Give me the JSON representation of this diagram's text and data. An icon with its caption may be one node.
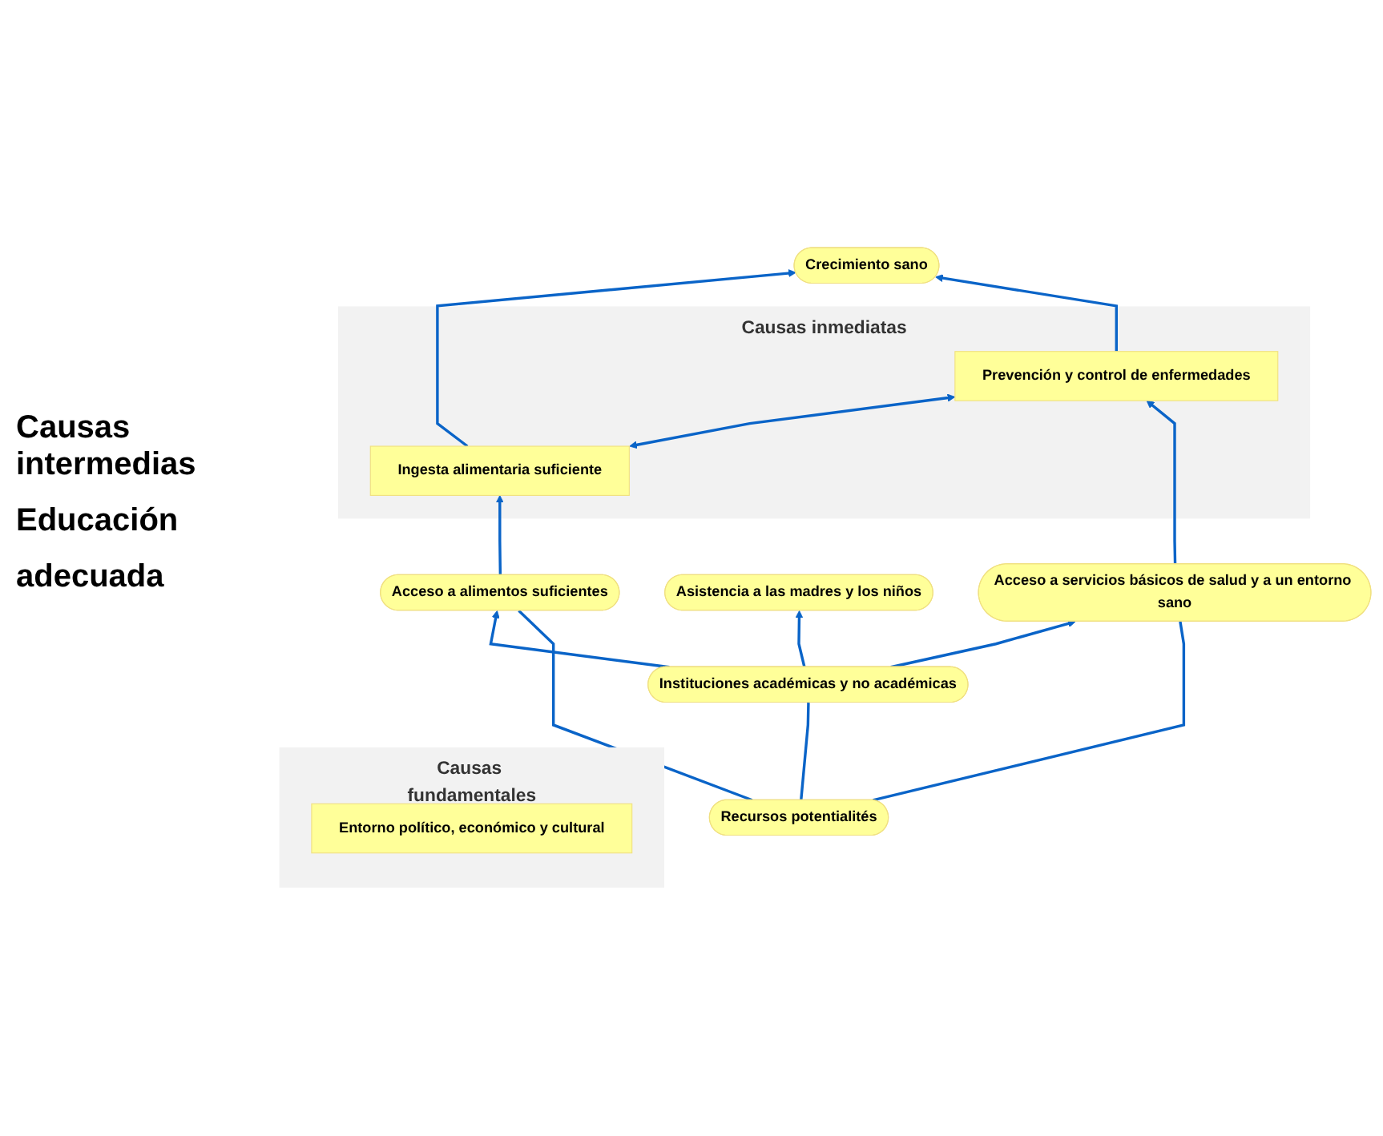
{
  "diagram": {
    "nodes": [
      {
        "text": [
          "Crecimiento sano"
        ]
      },
      {
        "text": [
          "Causas inmediatas"
        ]
      },
      {
        "text": [
          "Ingesta alimentaria suficiente"
        ],
        "in": 1
      },
      {
        "text": [
          "Prevención y control de enfermedades"
        ],
        "in": 1
      },
      {
        "text": [
          "Acceso a alimentos suficientes"
        ]
      },
      {
        "text": [
          "Asistencia a las madres y los niños"
        ]
      },
      {
        "text": [
          "Acceso a servicios básicos de salud y a un entorno sano"
        ]
      },
      {
        "text": [
          "Causas fundamentales"
        ]
      },
      {
        "text": [
          "Instituciones académicas y no académicas"
        ]
      },
      {
        "text": [
          "Entorno político, económico y cultural"
        ],
        "in": 7
      },
      {
        "text": [
          "Recursos potentialités"
        ]
      }
    ],
    "edges": [
      {
        "from": 2,
        "to": 0,
        "arrow": "to"
      },
      {
        "from": 3,
        "to": 0,
        "arrow": "to"
      },
      {
        "from": 2,
        "to": 3,
        "arrow": "both"
      },
      {
        "from": 4,
        "to": 2,
        "arrow": "to"
      },
      {
        "from": 6,
        "to": 3,
        "arrow": "to"
      },
      {
        "from": 8,
        "to": 4,
        "arrow": "to"
      },
      {
        "from": 8,
        "to": 5,
        "arrow": "to"
      },
      {
        "from": 8,
        "to": 6,
        "arrow": "to"
      },
      {
        "from": 10,
        "to": 8,
        "arrow": "none"
      },
      {
        "from": 10,
        "to": 4,
        "arrow": "none"
      },
      {
        "from": 10,
        "to": 6,
        "arrow": "none"
      }
    ],
    "labels": [
      "Causas intermedias",
      "Educación",
      "adecuada"
    ]
  }
}
